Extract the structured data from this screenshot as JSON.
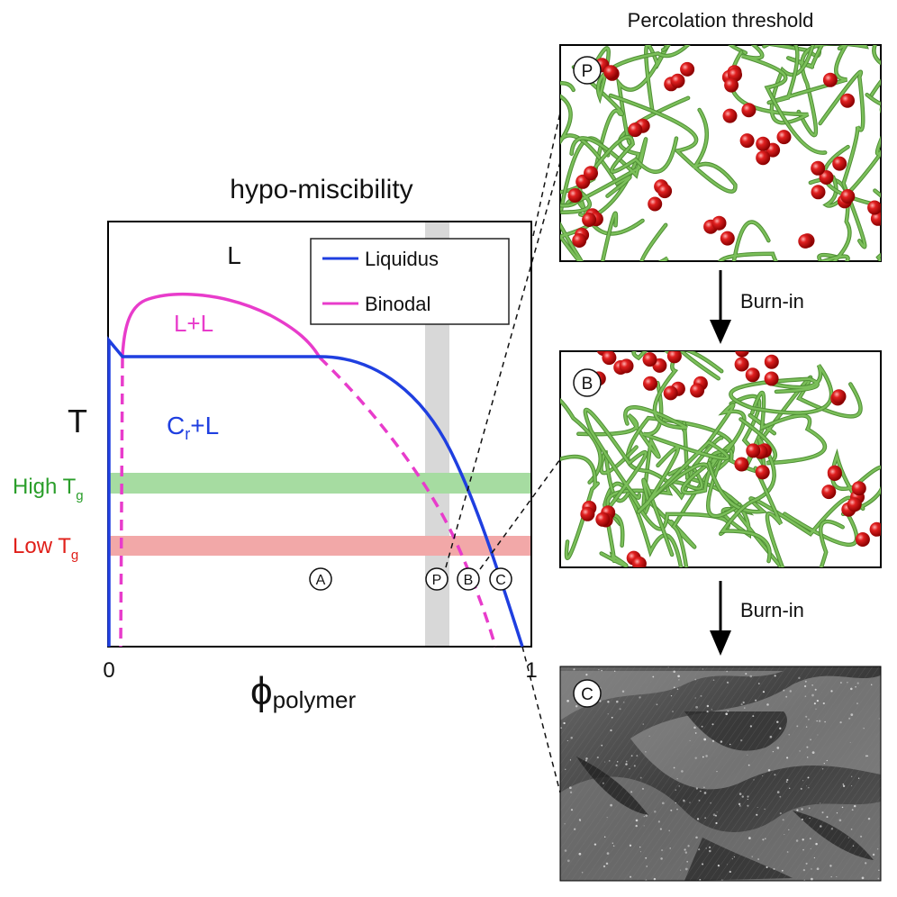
{
  "figure": {
    "title": "hypo-miscibility",
    "panel_title": "Percolation threshold",
    "y_axis_label": "T",
    "x_axis_label_symbol": "ϕ",
    "x_axis_label_sub": "polymer",
    "x_tick_min": "0",
    "x_tick_max": "1"
  },
  "regions": {
    "liquid": "L",
    "liquid_liquid": "L+L",
    "crystal_liquid_main": "C",
    "crystal_liquid_sub": "r",
    "crystal_liquid_tail": "+L"
  },
  "legend": {
    "liquidus": "Liquidus",
    "binodal": "Binodal"
  },
  "bands": {
    "high_tg_main": "High T",
    "high_tg_sub": "g",
    "low_tg_main": "Low T",
    "low_tg_sub": "g"
  },
  "markers": {
    "a": "A",
    "p": "P",
    "b": "B",
    "c": "C"
  },
  "panels": {
    "p": "P",
    "b": "B",
    "c": "C"
  },
  "arrows": {
    "first": "Burn-in",
    "second": "Burn-in"
  },
  "colors": {
    "liquidus": "#1f3fe0",
    "binodal": "#e83ccb",
    "high_tg_band": "#a6dca1",
    "low_tg_band": "#f2a8a8",
    "high_tg_text": "#2a9e2a",
    "low_tg_text": "#e0201a",
    "threshold_band": "#d8d8d8",
    "chain": "#7bbf5a",
    "particle": "#d61a1a"
  }
}
